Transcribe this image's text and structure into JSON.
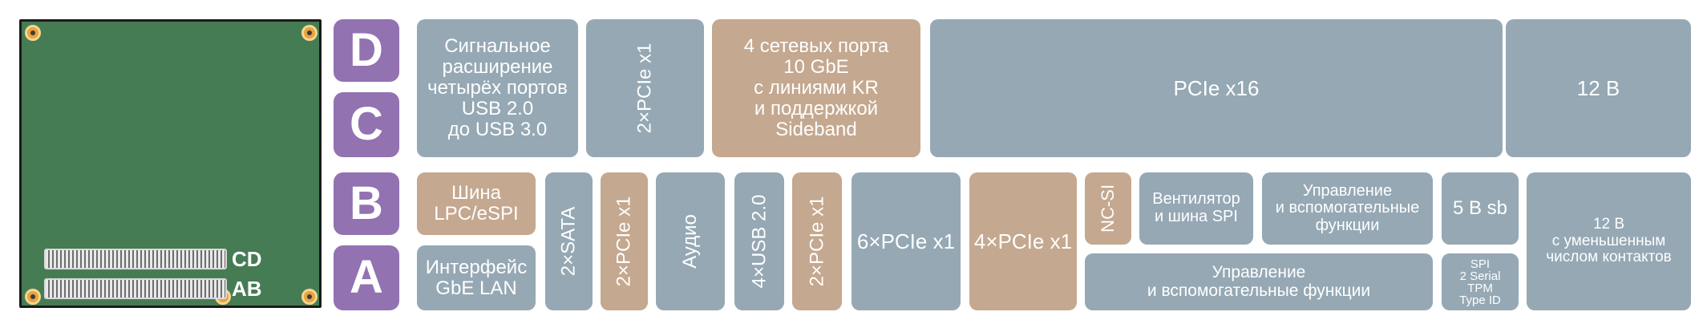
{
  "board": {
    "connector_cd_label": "CD",
    "connector_ab_label": "AB",
    "colors": {
      "pcb": "#467c54",
      "mounting_hole": "#e8a33d",
      "connector": "#d9d9d9"
    }
  },
  "rows": {
    "d": "D",
    "c": "C",
    "b": "B",
    "a": "A"
  },
  "blocks": {
    "signal_ext": "Сигнальное\nрасширение\nчетырёх портов\nUSB 2.0\nдо USB 3.0",
    "cd_pcie_2x": "2×PCIe x1",
    "net_ports": "4 сетевых порта\n10 GbE\nс линиями KR\nи поддержкой\nSideband",
    "pcie_x16": "PCIe x16",
    "power_12v_cd": "12 В",
    "lpc_espi": "Шина\nLPC/eSPI",
    "gbe_lan": "Интерфейс\nGbE LAN",
    "sata": "2×SATA",
    "ab_pcie_2x_a": "2×PCIe x1",
    "audio": "Аудио",
    "usb20": "4×USB 2.0",
    "ab_pcie_2x_b": "2×PCIe x1",
    "pcie_6x": "6×PCIe x1",
    "pcie_4x": "4×PCIe x1",
    "ncsi": "NC-SI",
    "fan_spi": "Вентилятор\nи шина SPI",
    "mgmt_aux_b": "Управление\nи вспомогательные\nфункции",
    "sb5v": "5 В sb",
    "power_12v_ab": "12 В\nс уменьшенным\nчислом контактов",
    "mgmt_aux_a": "Управление\nи вспомогательные функции",
    "spi_serial": "SPI\n2 Serial\nTPM\nType ID"
  },
  "colors": {
    "gray": "#95a8b4",
    "tan": "#c4a88f",
    "purple": "#9272b1",
    "text": "#ffffff"
  }
}
